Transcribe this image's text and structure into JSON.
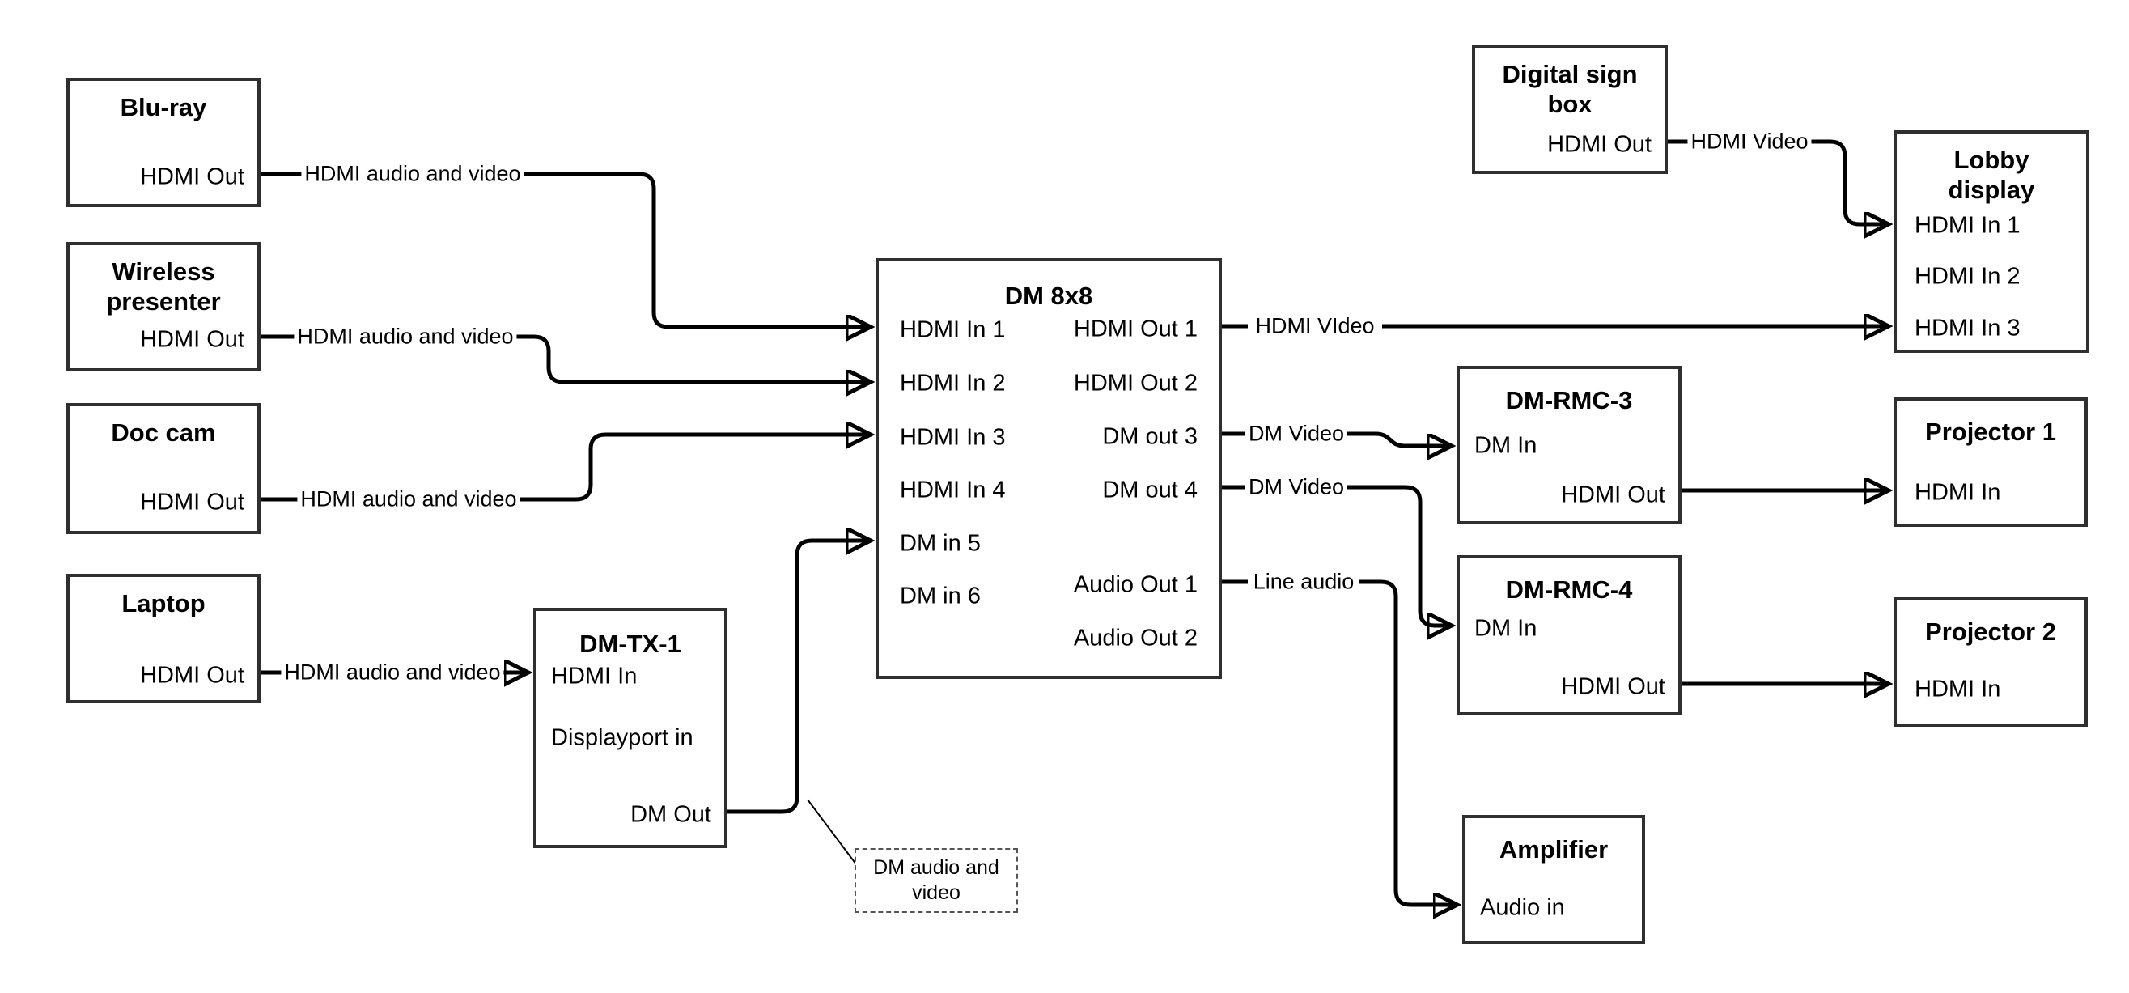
{
  "colors": {
    "background": "#ffffff",
    "box_border": "#2f2f2f",
    "line": "#000000",
    "text": "#000000"
  },
  "nodes": {
    "bluray": {
      "title": "Blu-ray",
      "ports": {
        "hdmi_out": "HDMI Out"
      }
    },
    "wireless": {
      "title": "Wireless presenter",
      "ports": {
        "hdmi_out": "HDMI Out"
      }
    },
    "doccam": {
      "title": "Doc cam",
      "ports": {
        "hdmi_out": "HDMI Out"
      }
    },
    "laptop": {
      "title": "Laptop",
      "ports": {
        "hdmi_out": "HDMI Out"
      }
    },
    "dmtx1": {
      "title": "DM-TX-1",
      "ports": {
        "hdmi_in": "HDMI In",
        "displayport_in": "Displayport in",
        "dm_out": "DM Out"
      }
    },
    "dm8x8": {
      "title": "DM 8x8",
      "ports": {
        "hdmi_in_1": "HDMI In 1",
        "hdmi_in_2": "HDMI In 2",
        "hdmi_in_3": "HDMI In 3",
        "hdmi_in_4": "HDMI In 4",
        "dm_in_5": "DM in 5",
        "dm_in_6": "DM in 6",
        "hdmi_out_1": "HDMI Out 1",
        "hdmi_out_2": "HDMI Out 2",
        "dm_out_3": "DM out 3",
        "dm_out_4": "DM out 4",
        "audio_out_1": "Audio Out 1",
        "audio_out_2": "Audio Out 2"
      }
    },
    "signbox": {
      "title": "Digital sign box",
      "ports": {
        "hdmi_out": "HDMI Out"
      }
    },
    "lobby": {
      "title": "Lobby display",
      "ports": {
        "hdmi_in_1": "HDMI In 1",
        "hdmi_in_2": "HDMI In 2",
        "hdmi_in_3": "HDMI In 3"
      }
    },
    "dmrmc3": {
      "title": "DM-RMC-3",
      "ports": {
        "dm_in": "DM In",
        "hdmi_out": "HDMI Out"
      }
    },
    "proj1": {
      "title": "Projector 1",
      "ports": {
        "hdmi_in": "HDMI In"
      }
    },
    "dmrmc4": {
      "title": "DM-RMC-4",
      "ports": {
        "dm_in": "DM In",
        "hdmi_out": "HDMI Out"
      }
    },
    "proj2": {
      "title": "Projector 2",
      "ports": {
        "hdmi_in": "HDMI In"
      }
    },
    "amplifier": {
      "title": "Amplifier",
      "ports": {
        "audio_in": "Audio in"
      }
    }
  },
  "edge_labels": {
    "bluray_to_dm8x8": "HDMI audio and video",
    "wireless_to_dm8x8": "HDMI audio and video",
    "doccam_to_dm8x8": "HDMI audio and video",
    "laptop_to_dmtx1": "HDMI audio and video",
    "hdmi_out_1_to_lobby": "HDMI VIdeo",
    "dm_out_3_to_dmrmc3": "DM Video",
    "dm_out_4_to_dmrmc4": "DM Video",
    "audio_out_1_to_amplifier": "Line audio",
    "signbox_to_lobby": "HDMI Video"
  },
  "note": {
    "text": "DM audio and video"
  }
}
